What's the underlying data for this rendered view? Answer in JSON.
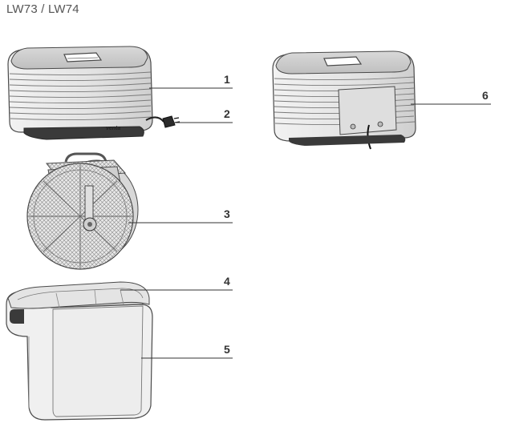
{
  "title": "LW73 / LW74",
  "callouts": [
    {
      "number": "1",
      "part": "unit-top-upper-housing"
    },
    {
      "number": "2",
      "part": "power-cord-plug"
    },
    {
      "number": "3",
      "part": "disc-stack"
    },
    {
      "number": "4",
      "part": "water-tank-rim"
    },
    {
      "number": "5",
      "part": "water-tank"
    },
    {
      "number": "6",
      "part": "unit-rear-view"
    }
  ],
  "brand_mark": "venta",
  "colors": {
    "line": "#333333",
    "drawing": "#4a4a4a",
    "fill": "#e6e6e6"
  }
}
